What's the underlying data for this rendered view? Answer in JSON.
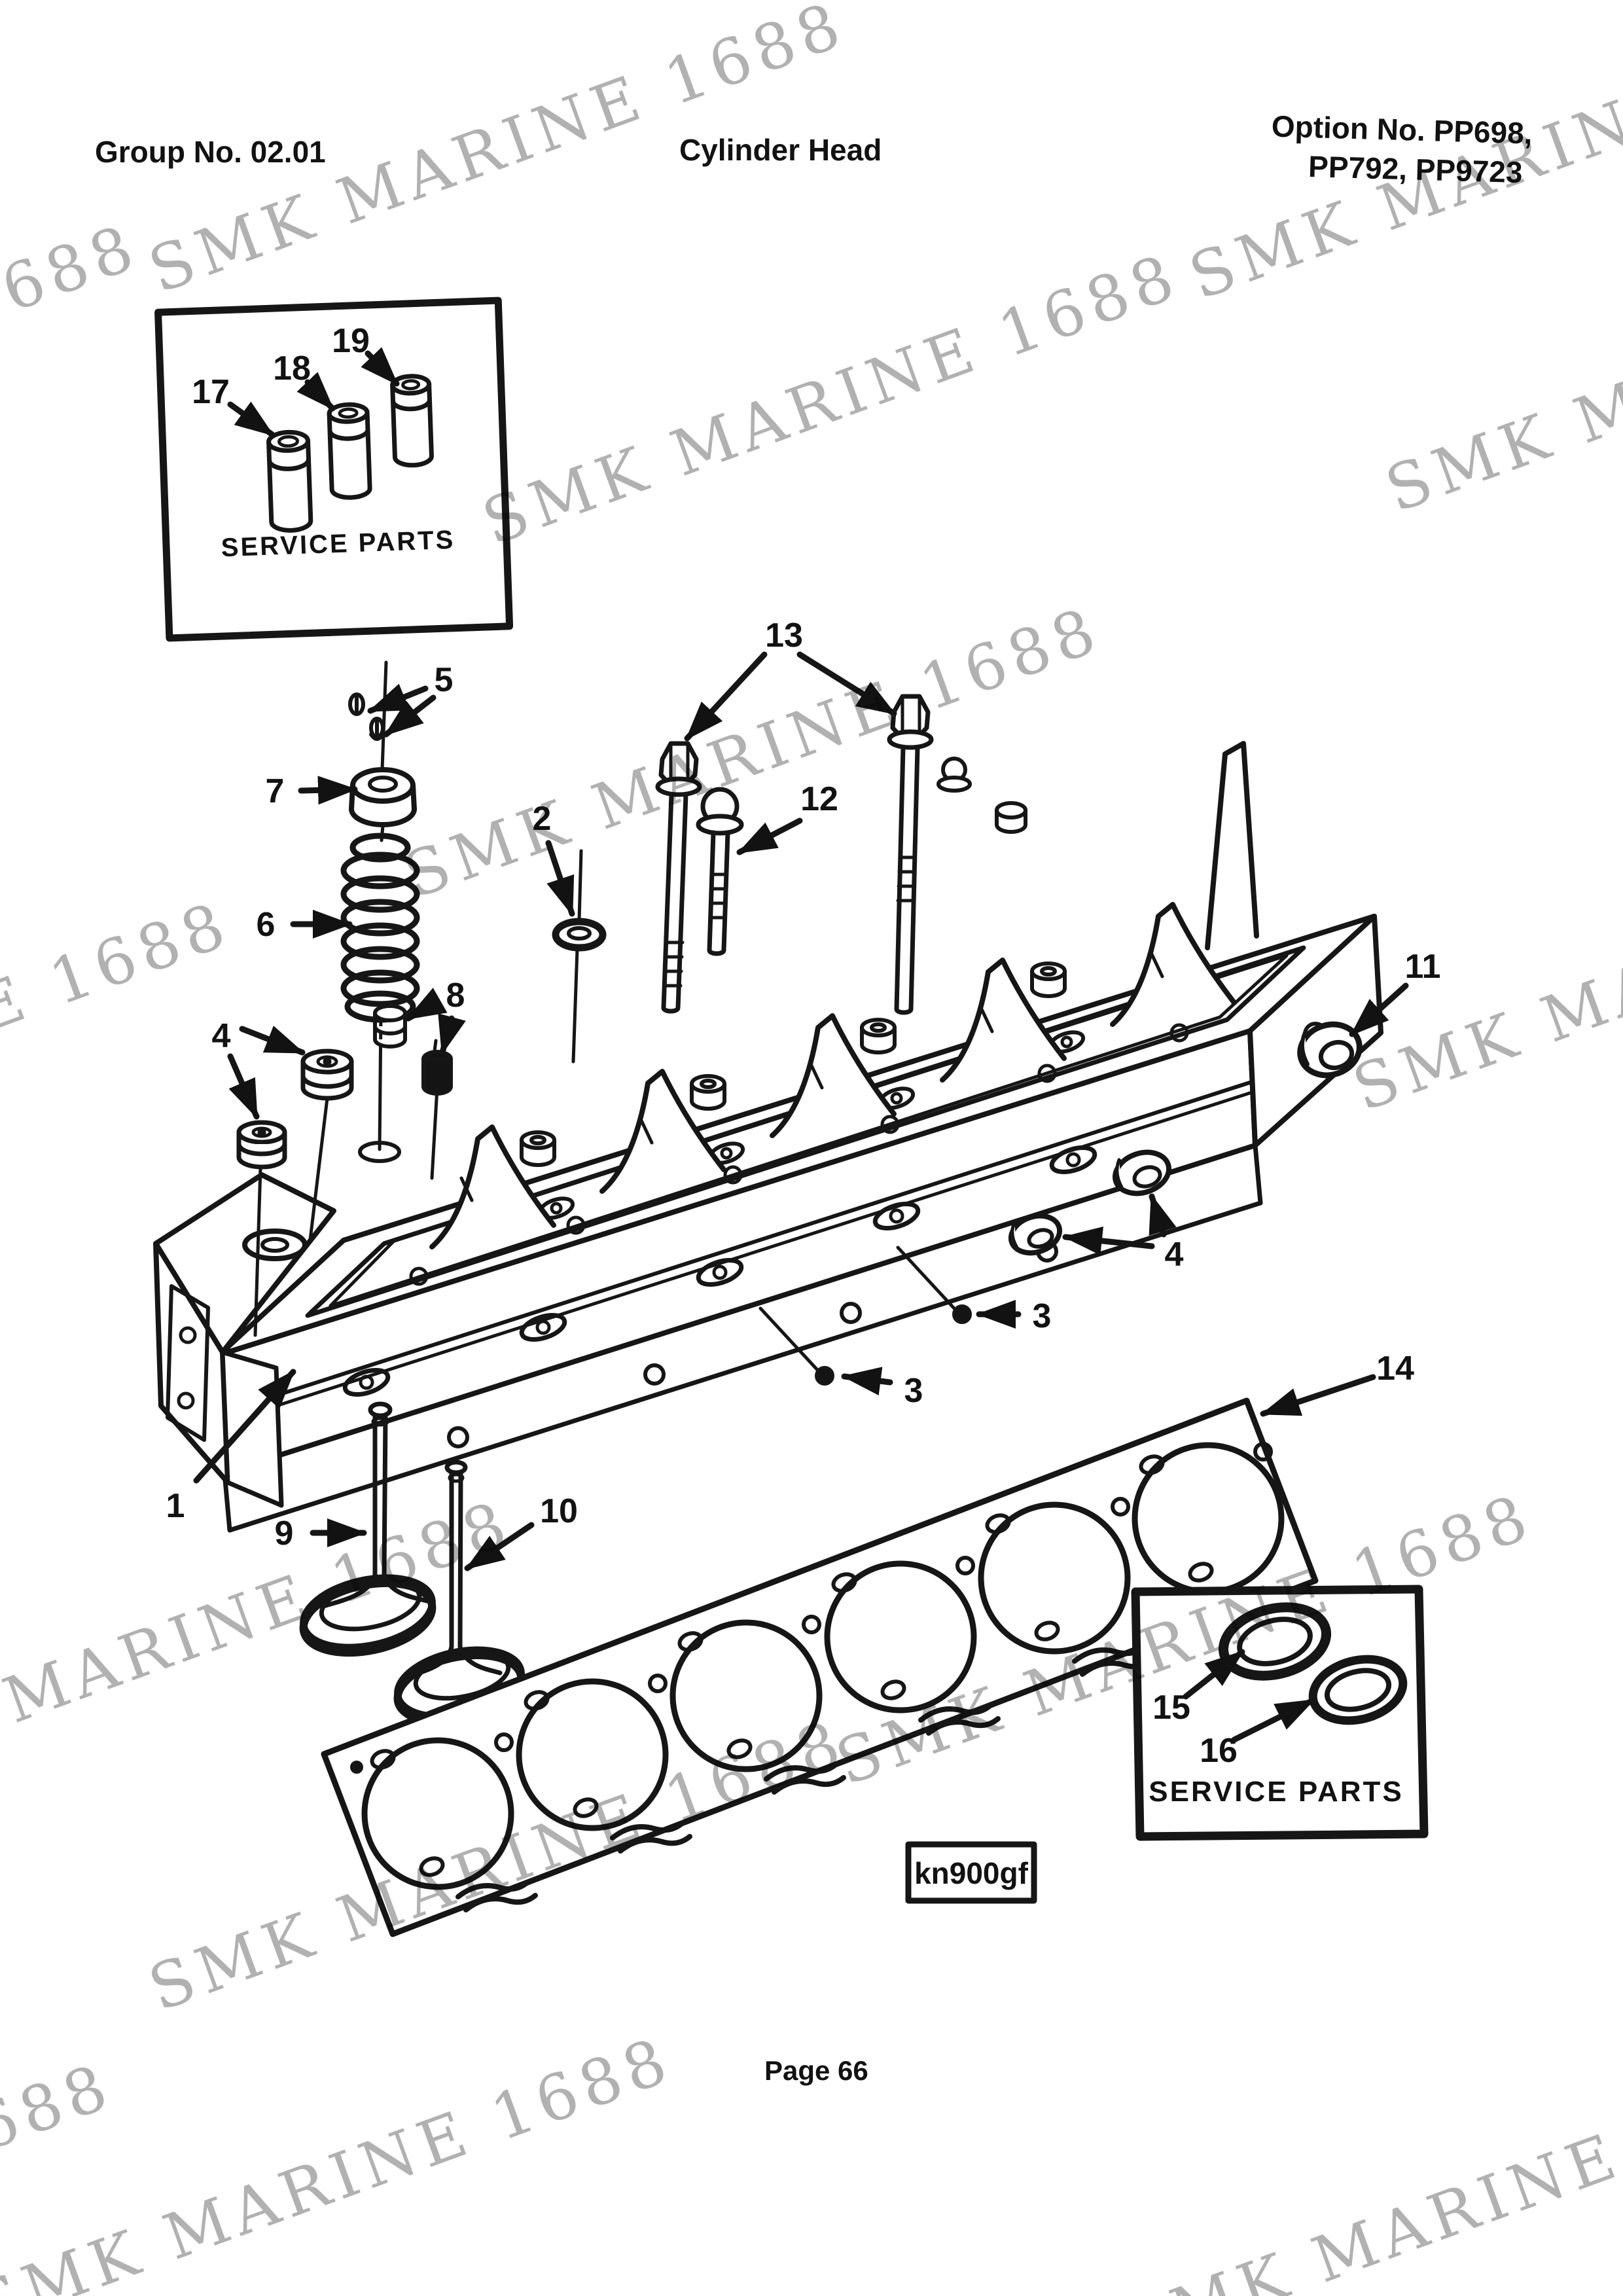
{
  "header": {
    "group_no": "Group No. 02.01",
    "title": "Cylinder Head",
    "option_line1": "Option No. PP698,",
    "option_line2": "PP792, PP9723"
  },
  "watermark": {
    "text": "SMK MARINE 1688",
    "color": "#a9a9a9"
  },
  "figure": {
    "code": "kn900gf"
  },
  "footer": {
    "page_label": "Page 66"
  },
  "service_top": {
    "label": "SERVICE PARTS"
  },
  "service_bottom": {
    "label": "SERVICE PARTS"
  },
  "callouts": {
    "c1": {
      "n": "1"
    },
    "c2": {
      "n": "2"
    },
    "c3a": {
      "n": "3"
    },
    "c3b": {
      "n": "3"
    },
    "c4a": {
      "n": "4"
    },
    "c4b": {
      "n": "4"
    },
    "c5": {
      "n": "5"
    },
    "c6": {
      "n": "6"
    },
    "c7": {
      "n": "7"
    },
    "c8": {
      "n": "8"
    },
    "c9": {
      "n": "9"
    },
    "c10": {
      "n": "10"
    },
    "c11": {
      "n": "11"
    },
    "c12": {
      "n": "12"
    },
    "c13": {
      "n": "13"
    },
    "c14": {
      "n": "14"
    },
    "c15": {
      "n": "15"
    },
    "c16": {
      "n": "16"
    },
    "c17": {
      "n": "17"
    },
    "c18": {
      "n": "18"
    },
    "c19": {
      "n": "19"
    }
  }
}
